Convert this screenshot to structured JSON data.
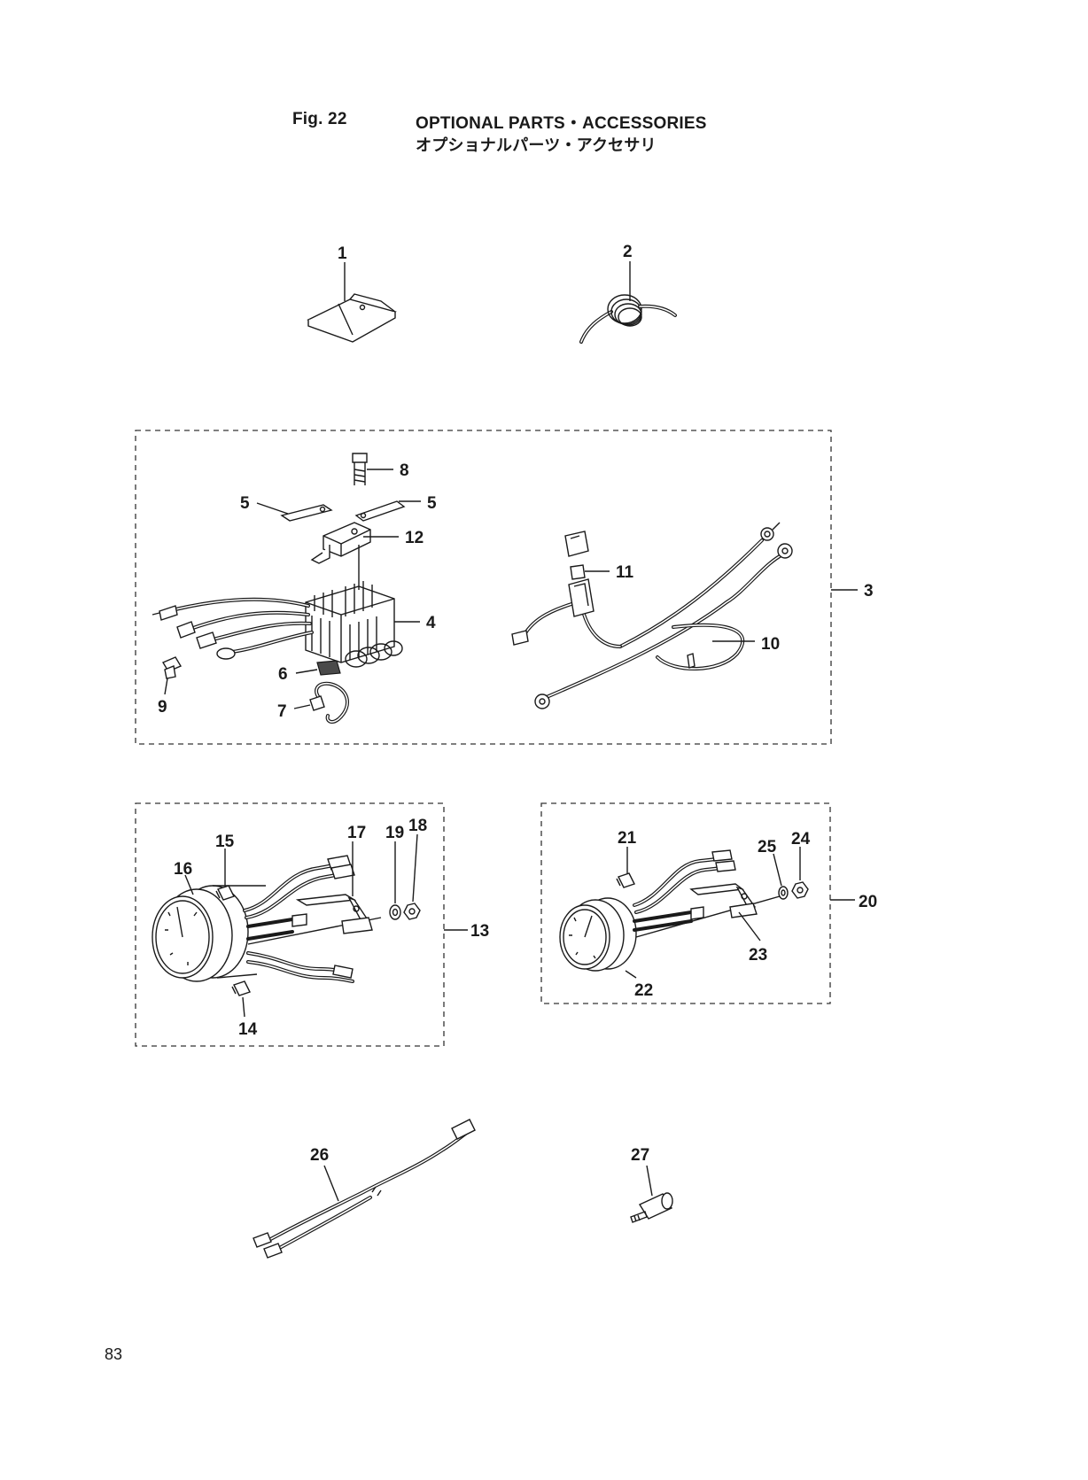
{
  "header": {
    "fig_label": "Fig. 22",
    "title": "OPTIONAL PARTS・ACCESSORIES",
    "subtitle": "オプショナルパーツ・アクセサリ"
  },
  "callouts": {
    "c1": "1",
    "c2": "2",
    "c3": "3",
    "c4": "4",
    "c5a": "5",
    "c5b": "5",
    "c6": "6",
    "c7": "7",
    "c8": "8",
    "c9": "9",
    "c10": "10",
    "c11": "11",
    "c12": "12",
    "c13": "13",
    "c14": "14",
    "c15": "15",
    "c16": "16",
    "c17": "17",
    "c18": "18",
    "c19": "19",
    "c20": "20",
    "c21": "21",
    "c22": "22",
    "c23": "23",
    "c24": "24",
    "c25": "25",
    "c26": "26",
    "c27": "27"
  },
  "page_number": "83"
}
